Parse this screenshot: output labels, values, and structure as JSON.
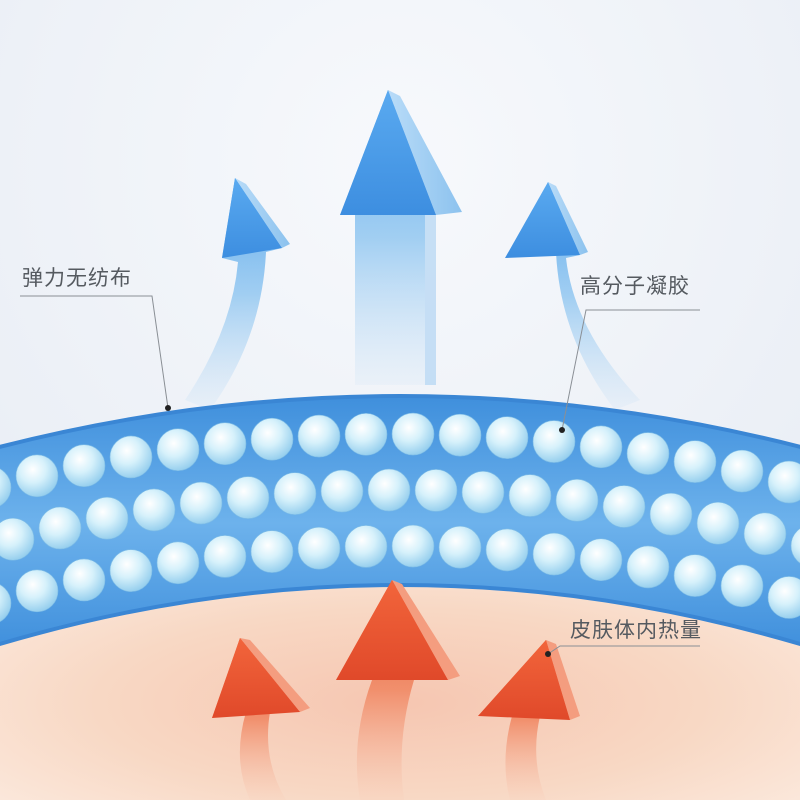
{
  "labels": {
    "fabric": "弹力无纺布",
    "gel": "高分子凝胶",
    "heat": "皮肤体内热量"
  },
  "colors": {
    "background": "#eef2f8",
    "skin": "#f8d6c0",
    "gel_band": "#4a9be0",
    "bead": "#bfe6f6",
    "cool_arrow": "#4fa6ea",
    "heat_arrow": "#ec5a35",
    "label_text": "#555a60",
    "leader_line": "#8a8f95"
  },
  "icons": {
    "cool_arrows": "upward-curved-arrow",
    "heat_arrows": "upward-curved-arrow"
  }
}
